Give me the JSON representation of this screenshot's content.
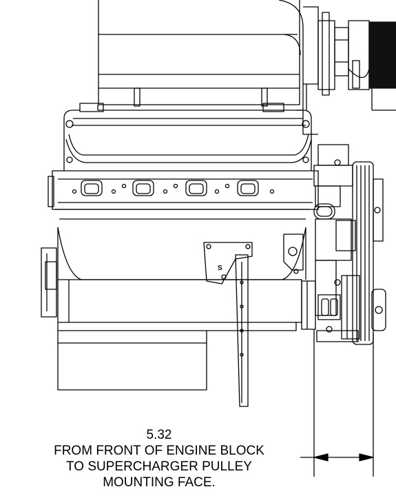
{
  "dimension": {
    "value": "5.32",
    "note_lines": [
      "FROM FRONT OF ENGINE BLOCK",
      "TO SUPERCHARGER PULLEY",
      "MOUNTING FACE."
    ]
  },
  "parts": {
    "bracket_stamp": "S"
  },
  "colors": {
    "line": "#000000",
    "paper": "#ffffff",
    "pulley_dark": "#111111"
  }
}
